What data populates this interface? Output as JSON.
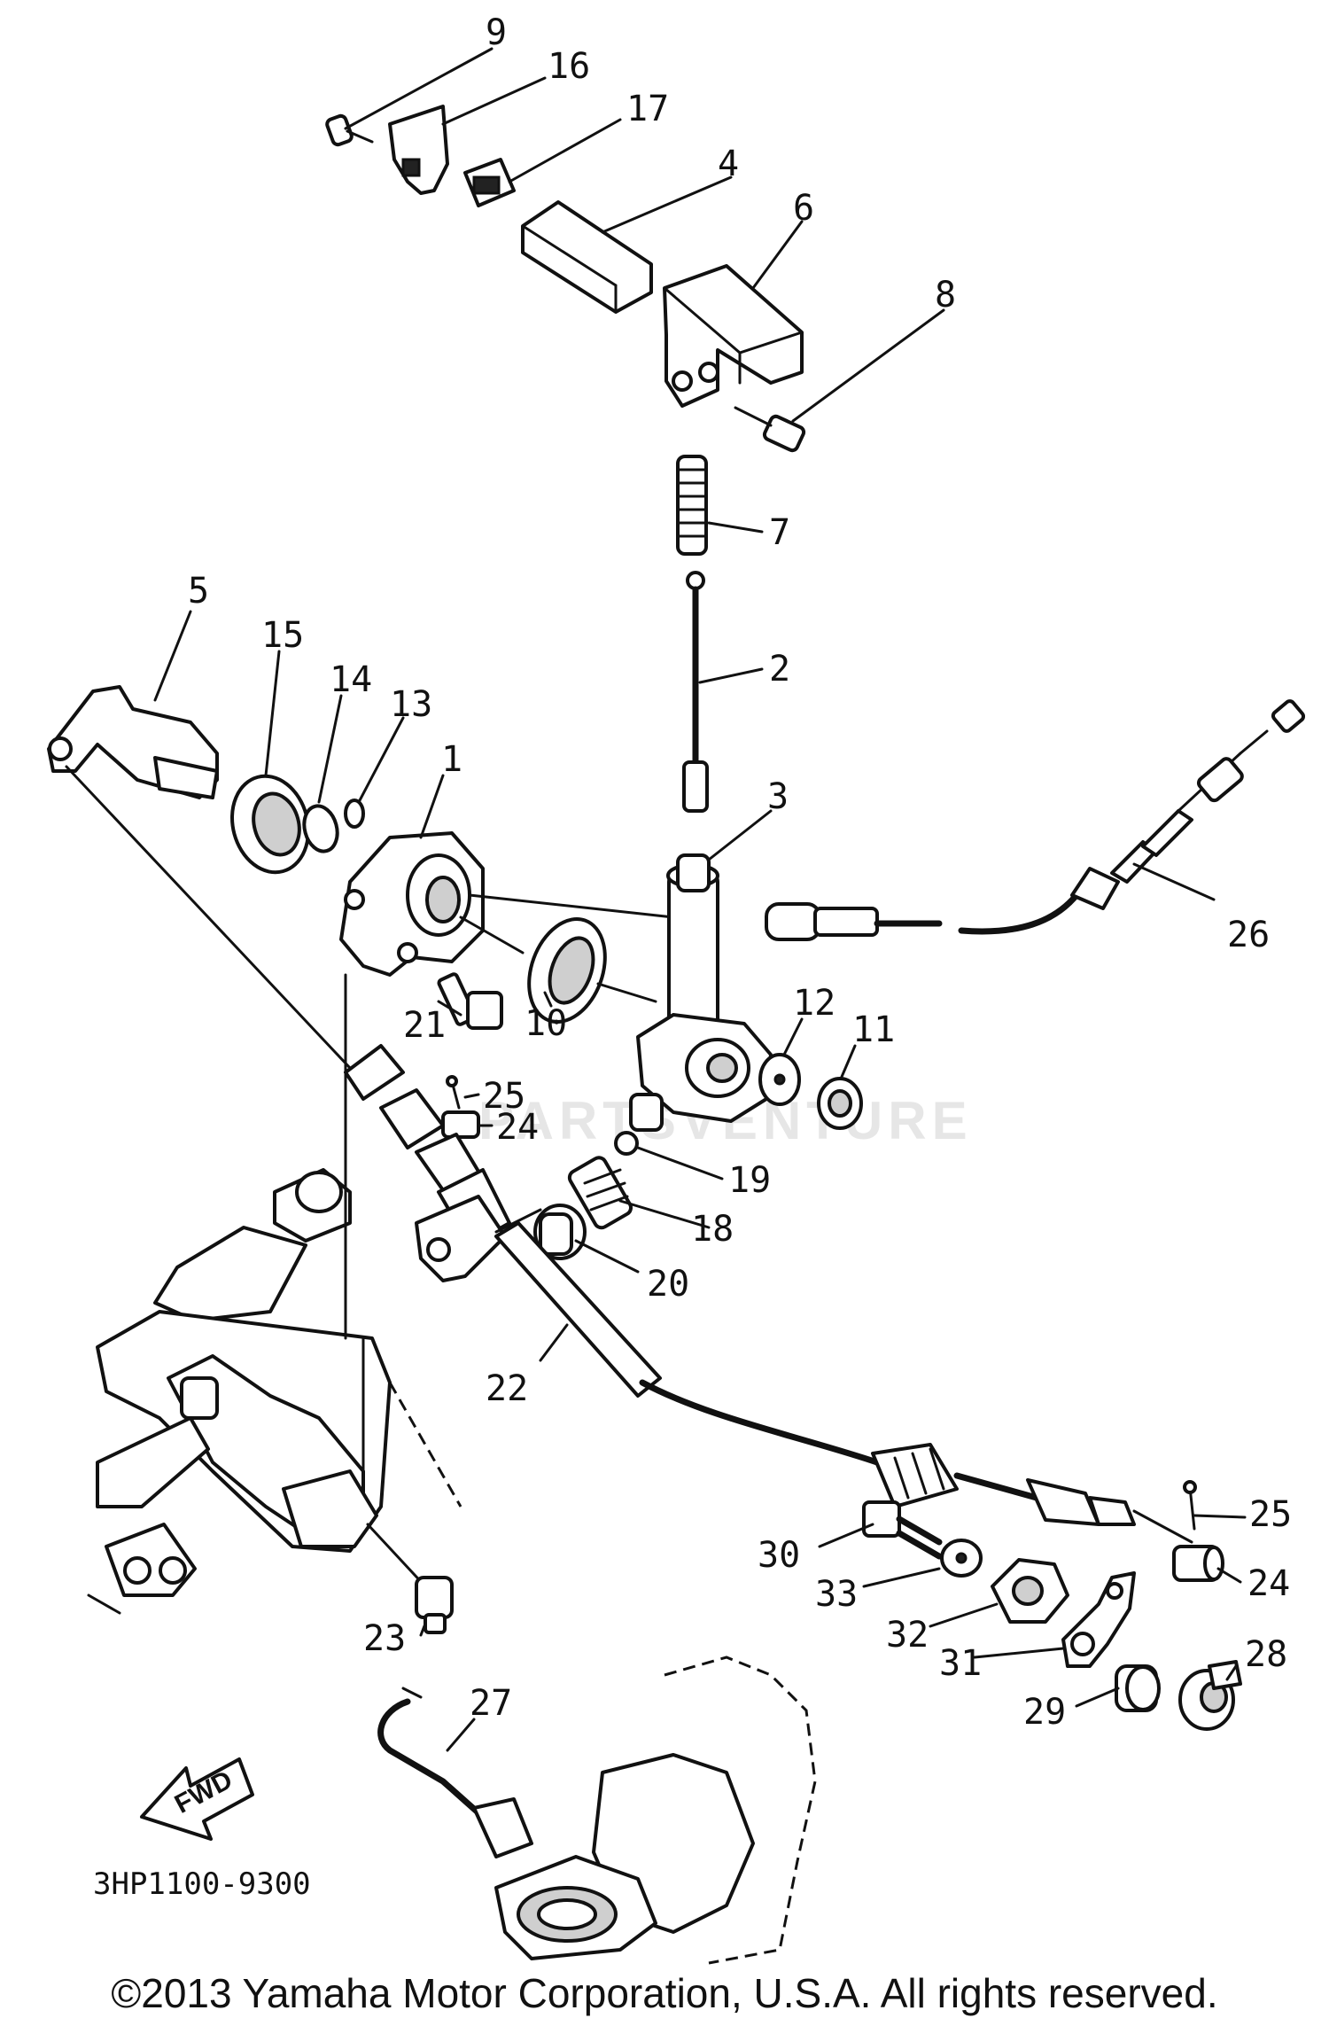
{
  "diagram": {
    "part_code": "3HP1100-9300",
    "direction_label": "FWD",
    "watermark": "PARTSVENTURE",
    "copyright": "©2013 Yamaha Motor Corporation, U.S.A. All rights reserved.",
    "callouts": [
      {
        "id": "9",
        "text": "9"
      },
      {
        "id": "16",
        "text": "16"
      },
      {
        "id": "17",
        "text": "17"
      },
      {
        "id": "4",
        "text": "4"
      },
      {
        "id": "6",
        "text": "6"
      },
      {
        "id": "8",
        "text": "8"
      },
      {
        "id": "7",
        "text": "7"
      },
      {
        "id": "2",
        "text": "2"
      },
      {
        "id": "5",
        "text": "5"
      },
      {
        "id": "15",
        "text": "15"
      },
      {
        "id": "14",
        "text": "14"
      },
      {
        "id": "13",
        "text": "13"
      },
      {
        "id": "1",
        "text": "1"
      },
      {
        "id": "3",
        "text": "3"
      },
      {
        "id": "26",
        "text": "26"
      },
      {
        "id": "21",
        "text": "21"
      },
      {
        "id": "10",
        "text": "10"
      },
      {
        "id": "12",
        "text": "12"
      },
      {
        "id": "11",
        "text": "11"
      },
      {
        "id": "25a",
        "text": "25"
      },
      {
        "id": "24a",
        "text": "24"
      },
      {
        "id": "19",
        "text": "19"
      },
      {
        "id": "18",
        "text": "18"
      },
      {
        "id": "20",
        "text": "20"
      },
      {
        "id": "22",
        "text": "22"
      },
      {
        "id": "25b",
        "text": "25"
      },
      {
        "id": "30",
        "text": "30"
      },
      {
        "id": "24b",
        "text": "24"
      },
      {
        "id": "33",
        "text": "33"
      },
      {
        "id": "32",
        "text": "32"
      },
      {
        "id": "31",
        "text": "31"
      },
      {
        "id": "28",
        "text": "28"
      },
      {
        "id": "29",
        "text": "29"
      },
      {
        "id": "23",
        "text": "23"
      },
      {
        "id": "27",
        "text": "27"
      }
    ]
  }
}
